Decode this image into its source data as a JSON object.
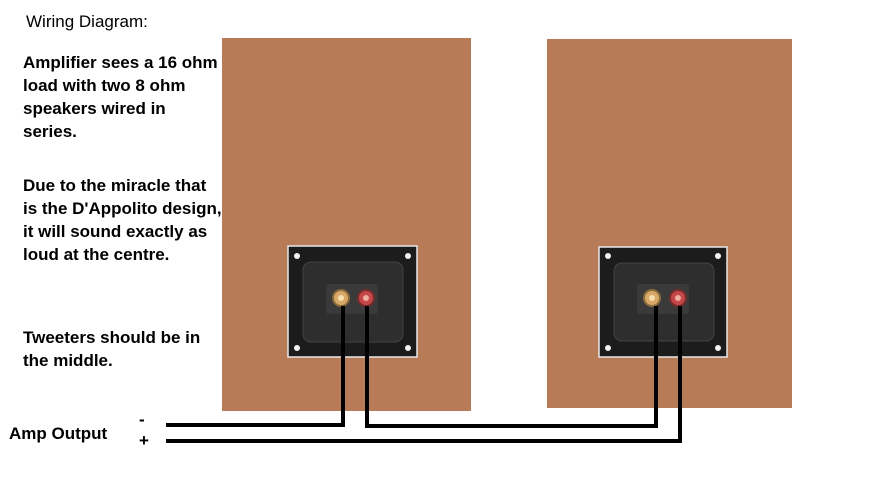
{
  "title": "Wiring Diagram:",
  "paragraphs": [
    "Amplifier sees a 16 ohm load with two 8 ohm speakers wired in series.",
    "Due to the miracle that is the D'Appolito design, it will sound exactly as loud at the centre.",
    "Tweeters should be in the middle."
  ],
  "amp_label": "Amp Output",
  "terminal_minus": "-",
  "terminal_plus": "+",
  "colors": {
    "cabinet": "#b87b58",
    "plate": "#1f1f1f",
    "wire": "#000000",
    "terminal_gold": "#d8a868",
    "terminal_red": "#c44848"
  },
  "speakers": [
    "left-speaker",
    "right-speaker"
  ]
}
